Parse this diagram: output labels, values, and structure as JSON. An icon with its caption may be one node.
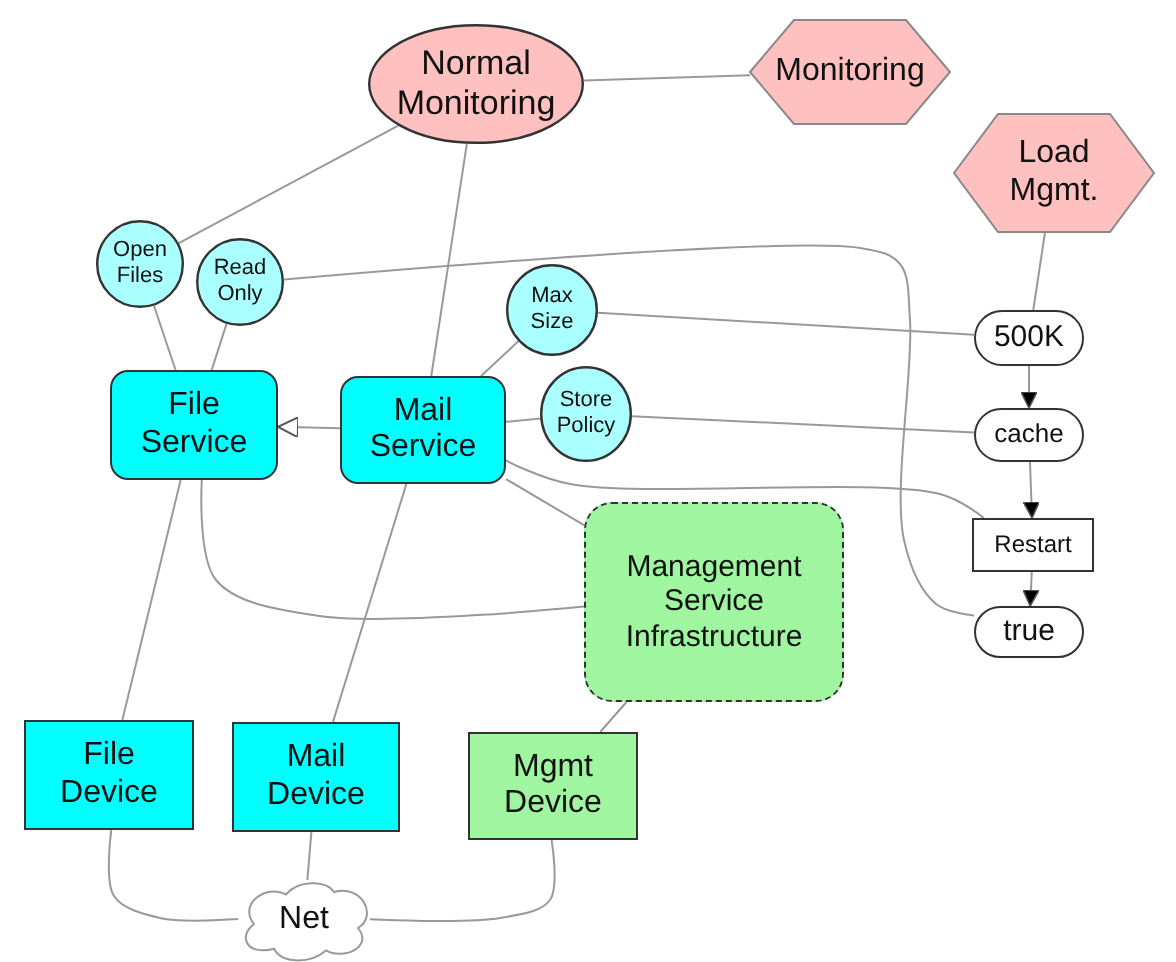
{
  "diagram": {
    "nodes": [
      {
        "text": [
          "Normal Monitoring"
        ]
      },
      {
        "text": [
          "Monitoring"
        ]
      },
      {
        "text": [
          "Load Mgmt."
        ]
      },
      {
        "text": [
          "Open Files"
        ]
      },
      {
        "text": [
          "Read Only"
        ]
      },
      {
        "text": [
          "Max Size"
        ]
      },
      {
        "text": [
          "File Service"
        ]
      },
      {
        "text": [
          "Mail Service"
        ]
      },
      {
        "text": [
          "Store Policy"
        ]
      },
      {
        "text": [
          "500K"
        ]
      },
      {
        "text": [
          "cache"
        ]
      },
      {
        "text": [
          "Restart"
        ]
      },
      {
        "text": [
          "true"
        ]
      },
      {
        "text": [
          "Management Service Infrastructure"
        ]
      },
      {
        "text": [
          "File Device"
        ]
      },
      {
        "text": [
          "Mail Device"
        ]
      },
      {
        "text": [
          "Mgmt Device"
        ]
      },
      {
        "text": [
          "Net"
        ]
      }
    ],
    "edges": [
      {
        "from": 0,
        "to": 1,
        "arrow": "none"
      },
      {
        "from": 0,
        "to": 3,
        "arrow": "none"
      },
      {
        "from": 0,
        "to": 7,
        "arrow": "none"
      },
      {
        "from": 3,
        "to": 6,
        "arrow": "none"
      },
      {
        "from": 4,
        "to": 6,
        "arrow": "none"
      },
      {
        "from": 4,
        "to": 12,
        "arrow": "none"
      },
      {
        "from": 5,
        "to": 7,
        "arrow": "none"
      },
      {
        "from": 5,
        "to": 9,
        "arrow": "none"
      },
      {
        "from": 8,
        "to": 7,
        "arrow": "none"
      },
      {
        "from": 8,
        "to": 10,
        "arrow": "none"
      },
      {
        "from": 7,
        "to": 6,
        "arrow": "to"
      },
      {
        "from": 7,
        "to": 11,
        "arrow": "none"
      },
      {
        "from": 7,
        "to": 13,
        "arrow": "none"
      },
      {
        "from": 6,
        "to": 13,
        "arrow": "none"
      },
      {
        "from": 2,
        "to": 9,
        "arrow": "none"
      },
      {
        "from": 9,
        "to": 10,
        "arrow": "to"
      },
      {
        "from": 10,
        "to": 11,
        "arrow": "to"
      },
      {
        "from": 11,
        "to": 12,
        "arrow": "to"
      },
      {
        "from": 6,
        "to": 14,
        "arrow": "none"
      },
      {
        "from": 7,
        "to": 15,
        "arrow": "none"
      },
      {
        "from": 13,
        "to": 16,
        "arrow": "none"
      },
      {
        "from": 14,
        "to": 17,
        "arrow": "none"
      },
      {
        "from": 15,
        "to": 17,
        "arrow": "none"
      },
      {
        "from": 16,
        "to": 17,
        "arrow": "none"
      }
    ]
  }
}
